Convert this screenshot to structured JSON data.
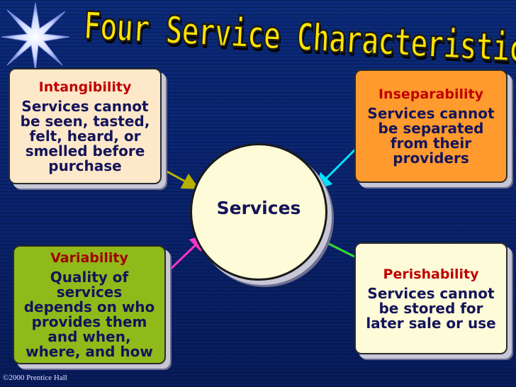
{
  "title": "Four Service Characteristics",
  "center": {
    "label": "Services"
  },
  "boxes": {
    "intangibility": {
      "head": "Intangibility",
      "body": "Services cannot be seen, tasted, felt, heard, or smelled before purchase"
    },
    "inseparability": {
      "head": "Inseparability",
      "body": "Services cannot be separated from their providers"
    },
    "variability": {
      "head": "Variability",
      "body": "Quality of services depends on who provides them and when, where, and how"
    },
    "perishability": {
      "head": "Perishability",
      "body": "Services cannot be stored for later sale or use"
    }
  },
  "colors": {
    "title": "#ffe400",
    "head": "#c00000",
    "body": "#14145a",
    "intangibility_bg": "#fde8c9",
    "inseparability_bg": "#ff9a2e",
    "variability_bg": "#8fba1a",
    "perishability_bg": "#fdfbd8",
    "arrow_intangibility": "#b7b000",
    "arrow_inseparability": "#00e5ff",
    "arrow_variability": "#ff33cc",
    "arrow_perishability": "#33dd33"
  },
  "footer": {
    "copyright": "©2000 Prentice Hall"
  }
}
